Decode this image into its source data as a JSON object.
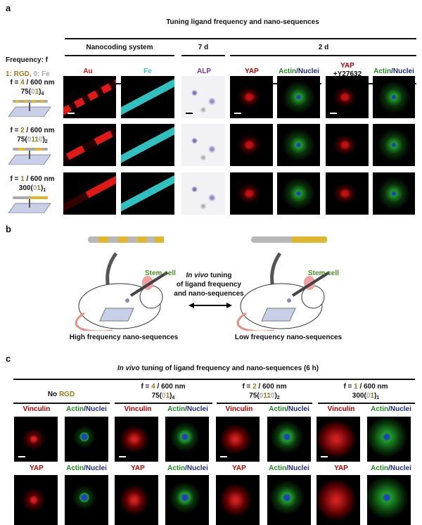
{
  "panel_a": {
    "letter": "a",
    "title": "Tuning ligand frequency and nano-sequences",
    "groups": {
      "nanocoding": "Nanocoding system",
      "d7": "7 d",
      "d2": "2 d"
    },
    "legend": {
      "title": "Frequency: f",
      "one": "1",
      "rgd": ": RGD, ",
      "zero": "0",
      "fe": ": Fe"
    },
    "columns": {
      "au": "Au",
      "fe": "Fe",
      "alp": "ALP",
      "yap": "YAP",
      "actin": "Actin",
      "slash": "/",
      "nuclei": "Nuclei",
      "yap2": "YAP",
      "y27632": "+Y27632"
    },
    "rows": [
      {
        "pre": "f = ",
        "n": "4",
        "post": " / 600 nm",
        "code_pre": "75(",
        "seq": "01",
        "code_post": ")",
        "sub": "4"
      },
      {
        "pre": "f = ",
        "n": "2",
        "post": " / 600 nm",
        "code_pre": "75(",
        "seq": "0110",
        "code_post": ")",
        "sub": "2"
      },
      {
        "pre": "f = ",
        "n": "1",
        "post": " / 600 nm",
        "code_pre": "300(",
        "seq": "01",
        "code_post": ")",
        "sub": "1"
      }
    ]
  },
  "panel_b": {
    "letter": "b",
    "stem_cell": "Stem cell",
    "center_italic": "In vivo",
    "center_1": " tuning",
    "center_2": "of ligand frequency",
    "center_3": "and nano-sequences",
    "left_caption": "High frequency nano-sequences",
    "right_caption": "Low frequency nano-sequences"
  },
  "panel_c": {
    "letter": "c",
    "title_italic": "In vivo",
    "title_rest": " tuning of ligand frequency and nano-sequences (6 h)",
    "no": "No ",
    "rgd": "RGD",
    "groups": [
      {
        "pre": "f = ",
        "n": "4",
        "post": " / 600 nm",
        "code_pre": "75(",
        "seq": "01",
        "code_post": ")",
        "sub": "4"
      },
      {
        "pre": "f = ",
        "n": "2",
        "post": " / 600 nm",
        "code_pre": "75(",
        "seq": "0110",
        "code_post": ")",
        "sub": "2"
      },
      {
        "pre": "f = ",
        "n": "1",
        "post": " / 600 nm",
        "code_pre": "300(",
        "seq": "01",
        "code_post": ")",
        "sub": "1"
      }
    ],
    "vinculin": "Vinculin",
    "yap": "YAP",
    "actin": "Actin",
    "slash": "/",
    "nuclei": "Nuclei"
  },
  "colors": {
    "rgd": "#9c7a1c",
    "fe": "#a8a8a8",
    "au": "#d01818",
    "fe_stain": "#3cc4c4",
    "alp": "#7a2fb0",
    "yap": "#b80000",
    "actin": "#1e8c1e",
    "nuclei": "#1f2a80"
  }
}
